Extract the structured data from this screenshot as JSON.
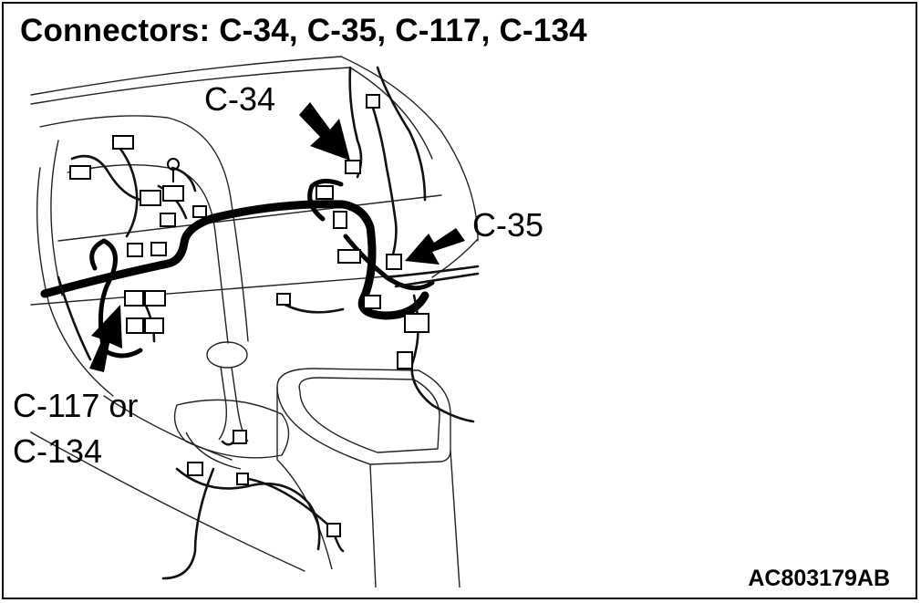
{
  "title": "Connectors: C-34, C-35, C-117, C-134",
  "callouts": {
    "c34": "C-34",
    "c35": "C-35",
    "c117_line1": "C-117 or",
    "c117_line2": "C-134"
  },
  "figure_code": "AC803179AB",
  "colors": {
    "ink": "#000000",
    "paper": "#ffffff",
    "thin_line": "#222222"
  }
}
